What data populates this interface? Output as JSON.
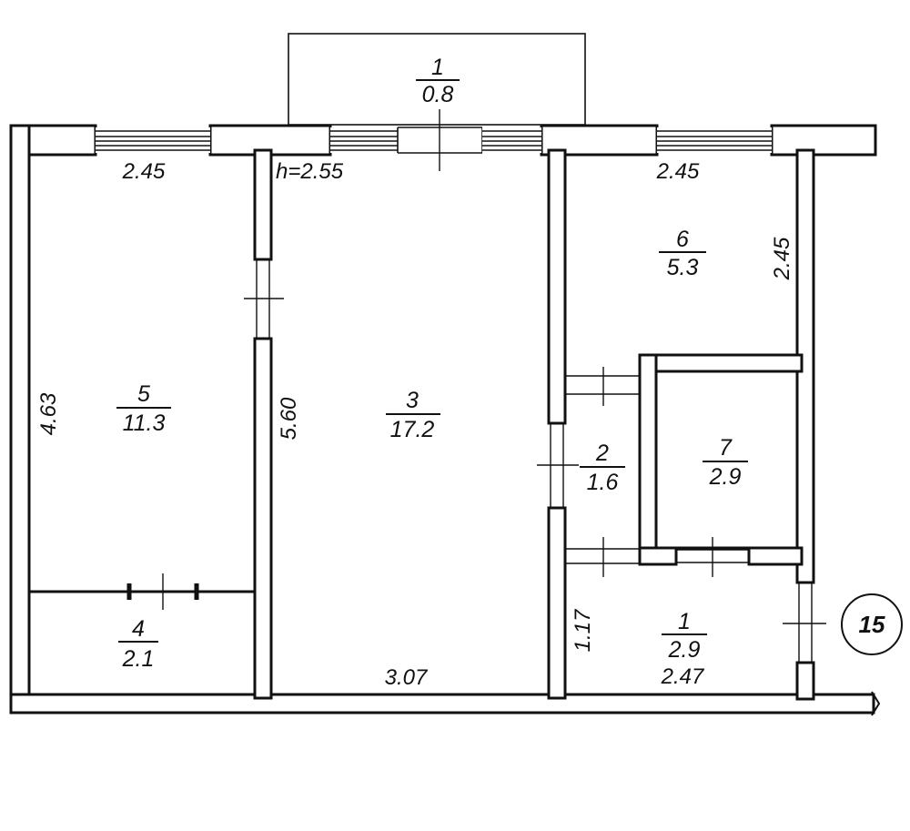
{
  "badge": "15",
  "rooms": [
    {
      "id": "balcony",
      "number": "1",
      "area": "0.8"
    },
    {
      "id": "room5",
      "number": "5",
      "area": "11.3"
    },
    {
      "id": "room4",
      "number": "4",
      "area": "2.1"
    },
    {
      "id": "room3",
      "number": "3",
      "area": "17.2"
    },
    {
      "id": "room6",
      "number": "6",
      "area": "5.3"
    },
    {
      "id": "room2",
      "number": "2",
      "area": "1.6"
    },
    {
      "id": "room7",
      "number": "7",
      "area": "2.9"
    },
    {
      "id": "room1",
      "number": "1",
      "area": "2.9"
    }
  ],
  "dimensions": {
    "room5_width": "2.45",
    "ceiling_height": "h=2.55",
    "room6_width": "2.45",
    "room6_depth": "2.45",
    "room5_length": "4.63",
    "room3_length": "5.60",
    "room3_width": "3.07",
    "hall_depth": "1.17",
    "hall_width": "2.47"
  }
}
